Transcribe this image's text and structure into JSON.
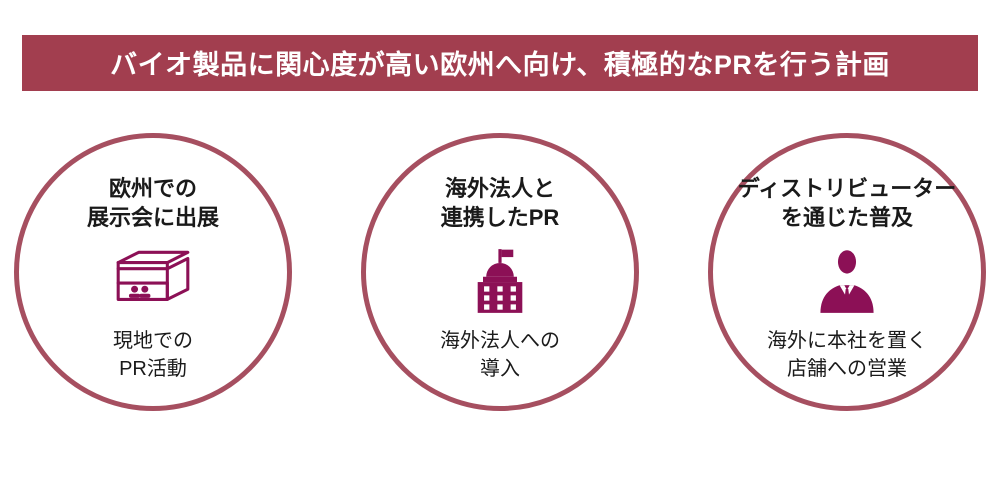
{
  "colors": {
    "banner_bg": "#A23E4F",
    "circle_border": "#A64F60",
    "icon_color": "#8C1056"
  },
  "banner": {
    "title": "バイオ製品に関心度が高い欧州へ向け、積極的なPRを行う計画"
  },
  "cards": [
    {
      "title": "欧州での\n展示会に出展",
      "icon": "exhibition-booth-icon",
      "caption": "現地での\nPR活動"
    },
    {
      "title": "海外法人と\n連携したPR",
      "icon": "overseas-office-building-icon",
      "caption": "海外法人への\n導入"
    },
    {
      "title": "ディストリビューター\nを通じた普及",
      "icon": "distributor-businessman-icon",
      "caption": "海外に本社を置く\n店舗への営業"
    }
  ]
}
